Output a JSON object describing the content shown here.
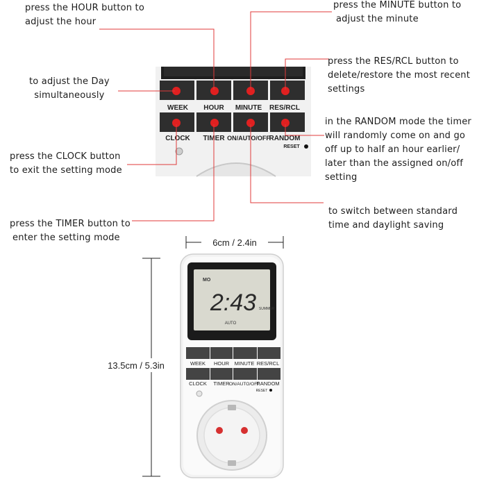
{
  "annotations": {
    "hour": [
      "press the HOUR button to",
      "adjust the hour"
    ],
    "minute": [
      "press the MINUTE  button to",
      "adjust the minute"
    ],
    "day": [
      "to adjust  the Day",
      "simultaneously"
    ],
    "res_rcl": [
      "press the RES/RCL  button to",
      "delete/restore the most recent",
      "settings"
    ],
    "random": [
      "in the RANDOM mode the timer",
      "will randomly come on and go",
      " off up to half an hour earlier/",
      "later than the assigned on/off",
      "setting"
    ],
    "clock": [
      "press the CLOCK  button",
      "to exit the setting mode"
    ],
    "timer": [
      "press the TIMER button to",
      "enter the setting mode"
    ],
    "on_auto_off": [
      "to switch between standard",
      "time and daylight saving"
    ]
  },
  "closeup": {
    "top_labels": [
      "WEEK",
      "HOUR",
      "MINUTE",
      "RES/RCL"
    ],
    "bottom_labels": [
      "CLOCK",
      "TIMER",
      "ON/AUTO/OFF",
      "RANDOM"
    ],
    "reset_label": "RESET"
  },
  "dimensions": {
    "width": "6cm / 2.4in",
    "height": "13.5cm / 5.3in"
  },
  "device": {
    "lcd_day": "MO",
    "lcd_time": "2:43",
    "lcd_summer": "SUMMER",
    "lcd_mode": "AUTO",
    "top_labels": [
      "WEEK",
      "HOUR",
      "MINUTE",
      "RES/RCL"
    ],
    "bottom_labels": [
      "CLOCK",
      "TIMER",
      "ON/AUTO/OFF",
      "RANDOM"
    ],
    "reset_label": "RESET"
  },
  "colors": {
    "accent_red": "#e02020",
    "pointer_line": "#e03a3a",
    "button_dark": "#3b3b3b",
    "lcd_bg": "#d9d9cf"
  }
}
